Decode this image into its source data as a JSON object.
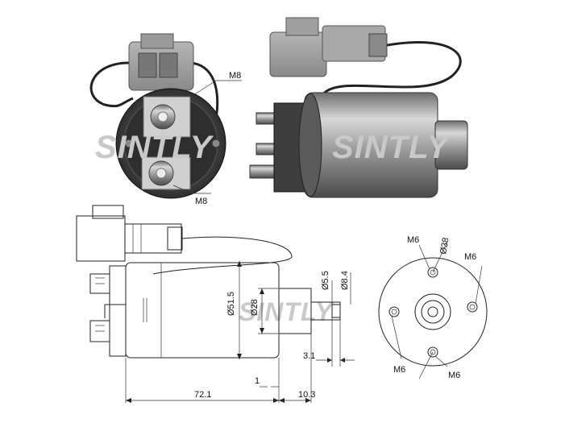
{
  "watermark": {
    "brand": "SINTLY",
    "color": "#c9c9c9"
  },
  "photo_labels": {
    "top_stud": "M8",
    "bottom_stud": "M8"
  },
  "side_view_dims": {
    "body_diameter": "Ø51.5",
    "plunger_diameter": "Ø28",
    "bore_diameter_1": "Ø5.5",
    "bore_diameter_2": "Ø8.4",
    "offset": "3.1",
    "gap": "1",
    "body_length": "72.1",
    "plunger_length": "10.3"
  },
  "end_view_dims": {
    "hole_top": "M6",
    "bolt_circle": "Ø38",
    "hole_right": "M6",
    "hole_bottom_left": "M6",
    "hole_bottom_right": "M6"
  }
}
